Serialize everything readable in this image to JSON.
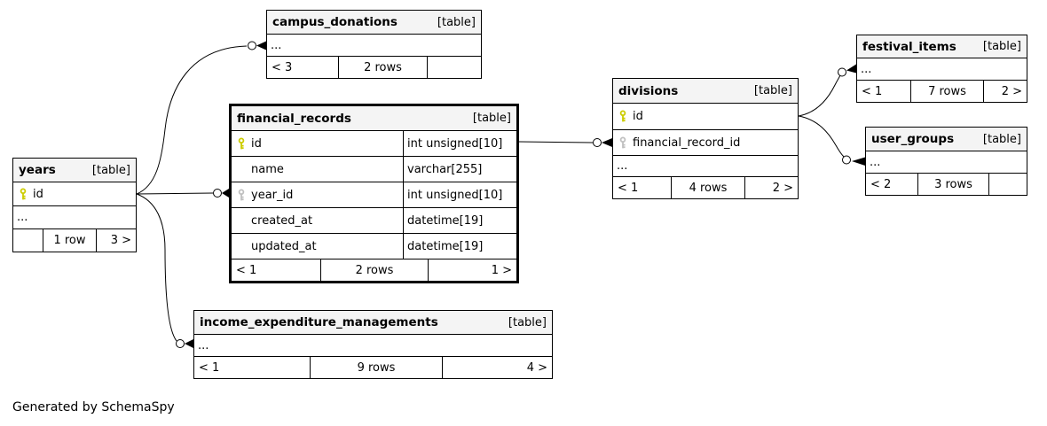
{
  "credit": "Generated by SchemaSpy",
  "colors": {
    "primary_key": "#cccc00",
    "foreign_key": "#c0c0c0",
    "header_bg": "#f4f4f4",
    "border": "#000000"
  },
  "tables": {
    "campus_donations": {
      "name": "campus_donations",
      "type_label": "[table]",
      "rows": [
        {
          "name": "...",
          "key": "none"
        }
      ],
      "footer": {
        "left": "< 3",
        "center": "2 rows",
        "right": ""
      }
    },
    "festival_items": {
      "name": "festival_items",
      "type_label": "[table]",
      "rows": [
        {
          "name": "...",
          "key": "none"
        }
      ],
      "footer": {
        "left": "< 1",
        "center": "7 rows",
        "right": "2 >"
      }
    },
    "divisions": {
      "name": "divisions",
      "type_label": "[table]",
      "rows": [
        {
          "name": "id",
          "key": "primary"
        },
        {
          "name": "financial_record_id",
          "key": "foreign"
        },
        {
          "name": "...",
          "key": "none"
        }
      ],
      "footer": {
        "left": "< 1",
        "center": "4 rows",
        "right": "2 >"
      }
    },
    "financial_records": {
      "name": "financial_records",
      "type_label": "[table]",
      "rows": [
        {
          "name": "id",
          "type": "int unsigned[10]",
          "key": "primary"
        },
        {
          "name": "name",
          "type": "varchar[255]",
          "key": "none"
        },
        {
          "name": "year_id",
          "type": "int unsigned[10]",
          "key": "foreign"
        },
        {
          "name": "created_at",
          "type": "datetime[19]",
          "key": "none"
        },
        {
          "name": "updated_at",
          "type": "datetime[19]",
          "key": "none"
        }
      ],
      "footer": {
        "left": "< 1",
        "center": "2 rows",
        "right": "1 >"
      }
    },
    "years": {
      "name": "years",
      "type_label": "[table]",
      "rows": [
        {
          "name": "id",
          "key": "primary"
        },
        {
          "name": "...",
          "key": "none"
        }
      ],
      "footer": {
        "left": "",
        "center": "1 row",
        "right": "3 >"
      }
    },
    "user_groups": {
      "name": "user_groups",
      "type_label": "[table]",
      "rows": [
        {
          "name": "...",
          "key": "none"
        }
      ],
      "footer": {
        "left": "< 2",
        "center": "3 rows",
        "right": ""
      }
    },
    "income_expenditure_managements": {
      "name": "income_expenditure_managements",
      "type_label": "[table]",
      "rows": [
        {
          "name": "...",
          "key": "none"
        }
      ],
      "footer": {
        "left": "< 1",
        "center": "9 rows",
        "right": "4 >"
      }
    }
  },
  "relationships": [
    {
      "from": "years.id",
      "to": "campus_donations"
    },
    {
      "from": "years.id",
      "to": "financial_records.year_id"
    },
    {
      "from": "years.id",
      "to": "income_expenditure_managements"
    },
    {
      "from": "financial_records.id",
      "to": "divisions.financial_record_id"
    },
    {
      "from": "divisions.id",
      "to": "festival_items"
    },
    {
      "from": "divisions.id",
      "to": "user_groups"
    }
  ]
}
